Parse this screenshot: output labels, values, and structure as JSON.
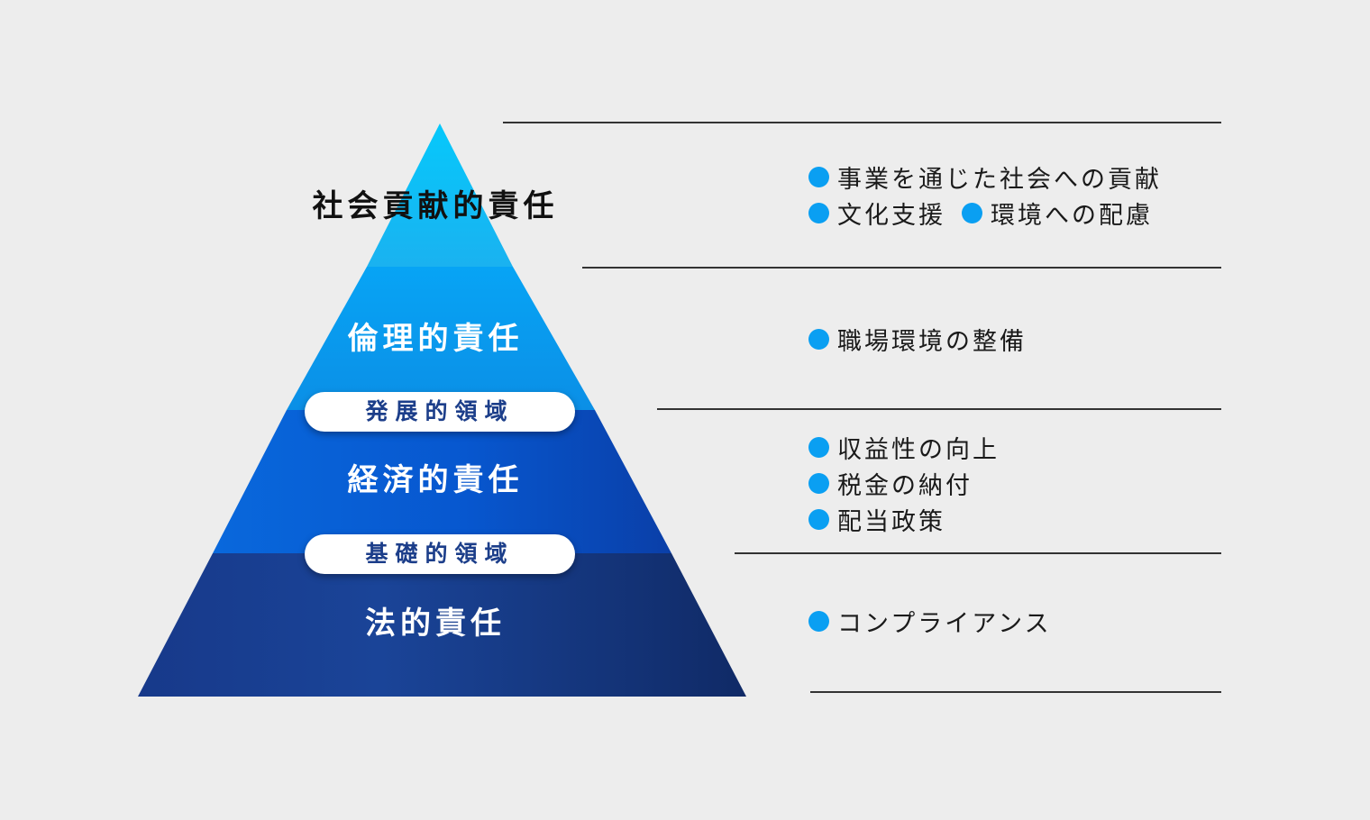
{
  "layers": {
    "top": {
      "label": "社会貢献的責任"
    },
    "ethical": {
      "label": "倫理的責任"
    },
    "economic": {
      "label": "経済的責任"
    },
    "legal": {
      "label": "法的責任"
    }
  },
  "domains": {
    "development": "発展的領域",
    "basic": "基礎的領域"
  },
  "items": {
    "top": [
      "事業を通じた社会への貢献",
      "文化支援",
      "環境への配慮"
    ],
    "ethical": [
      "職場環境の整備"
    ],
    "economic": [
      "収益性の向上",
      "税金の納付",
      "配当政策"
    ],
    "legal": [
      "コンプライアンス"
    ]
  },
  "colors": {
    "background": "#ededed",
    "top_layer": "#19c2f5",
    "ethical_layer": "#099fee",
    "economic_layer": "#075ad0",
    "legal_layer": "#16408e",
    "bullet": "#0a9ff2",
    "pill_text": "#1c3e8a"
  }
}
